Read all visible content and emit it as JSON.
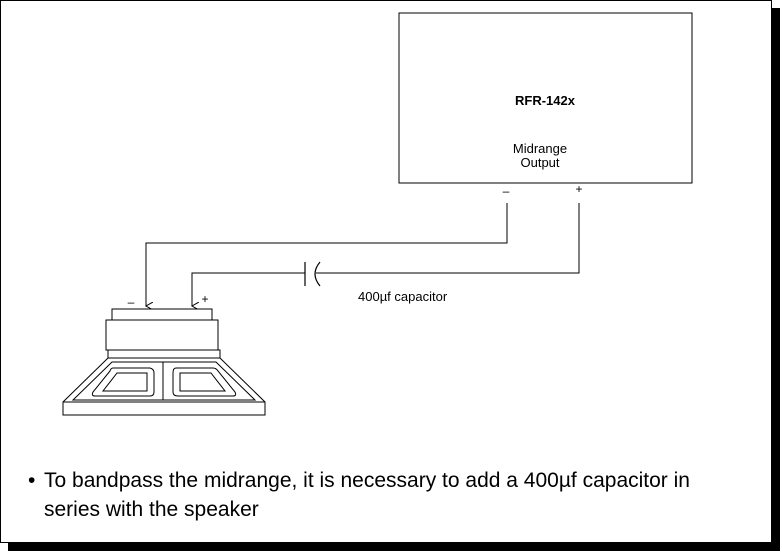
{
  "device": {
    "name": "RFR-142x",
    "output_label_line1": "Midrange",
    "output_label_line2": "Output",
    "minus_terminal": "–",
    "plus_terminal": "+"
  },
  "speaker": {
    "minus_terminal": "–",
    "plus_terminal": "+"
  },
  "capacitor": {
    "label": "400µf capacitor"
  },
  "caption": {
    "bullet": "•",
    "text": "To bandpass the midrange, it is necessary to add a 400µf capacitor in series with the speaker"
  }
}
